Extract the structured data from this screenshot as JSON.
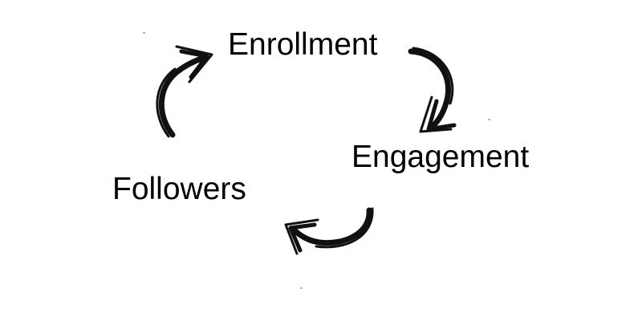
{
  "diagram": {
    "type": "cycle",
    "nodes": [
      {
        "id": "enrollment",
        "label": "Enrollment"
      },
      {
        "id": "engagement",
        "label": "Engagement"
      },
      {
        "id": "followers",
        "label": "Followers"
      }
    ],
    "edges": [
      {
        "from": "enrollment",
        "to": "engagement",
        "style": "brush-stroke-curved-arrow"
      },
      {
        "from": "engagement",
        "to": "followers",
        "style": "brush-stroke-curved-arrow"
      },
      {
        "from": "followers",
        "to": "enrollment",
        "style": "brush-stroke-curved-arrow"
      }
    ]
  },
  "colors": {
    "text": "#000000",
    "arrow": "#111111",
    "background": "#ffffff"
  }
}
